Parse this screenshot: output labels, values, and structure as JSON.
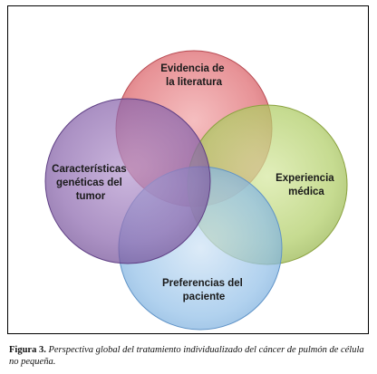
{
  "diagram": {
    "type": "venn-4",
    "circles": [
      {
        "id": "literatura",
        "lines": [
          "Evidencia de",
          "la literatura"
        ],
        "color": "#d9686e"
      },
      {
        "id": "experiencia",
        "lines": [
          "Experiencia",
          "médica"
        ],
        "color": "#a9c85a"
      },
      {
        "id": "preferencias",
        "lines": [
          "Preferencias del",
          "paciente"
        ],
        "color": "#7fb3df"
      },
      {
        "id": "caracteristicas",
        "lines": [
          "Características",
          "genéticas del",
          "tumor"
        ],
        "color": "#8a62a8"
      }
    ]
  },
  "caption": {
    "label": "Figura 3.",
    "text": "Perspectiva global del tratamiento individualizado del cáncer de pulmón de célula no pequeña."
  }
}
